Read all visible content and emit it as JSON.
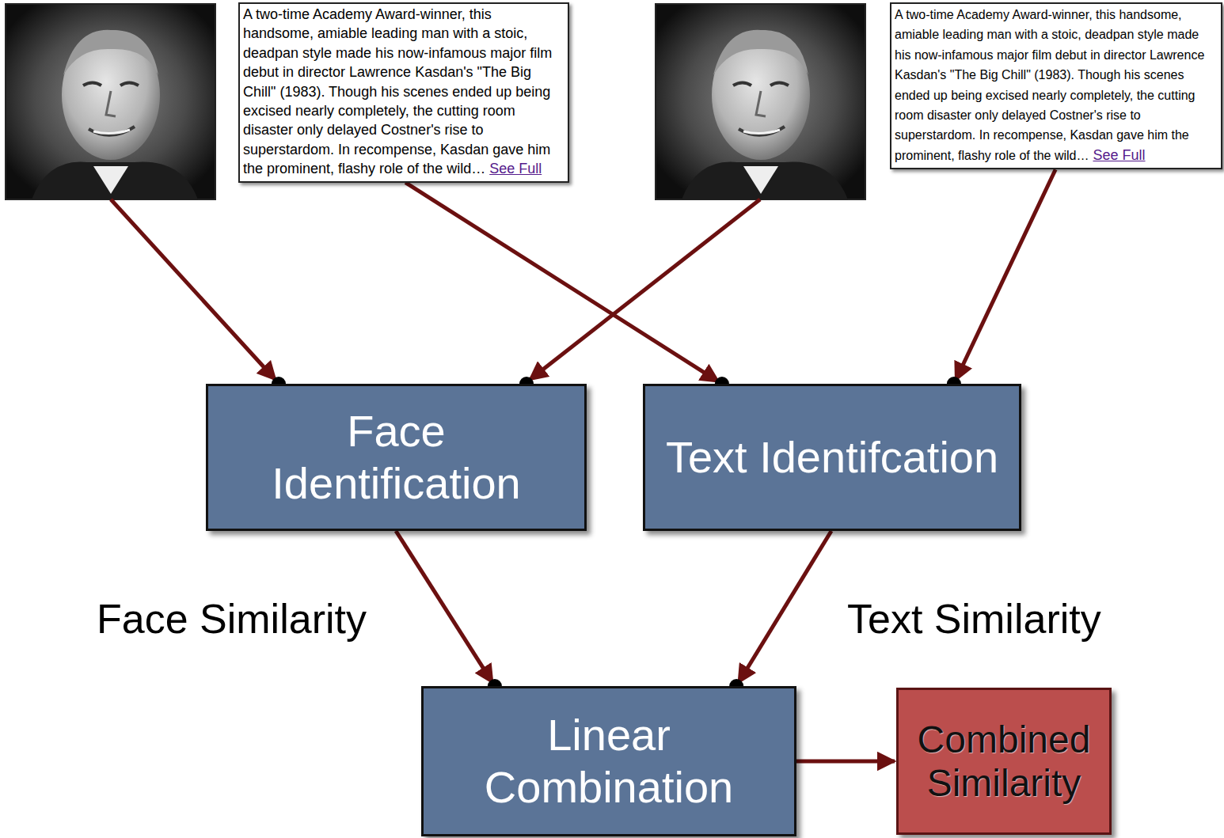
{
  "diagram": {
    "nodes": [
      {
        "text": [
          "A two-time Academy Award-winner, this handsome, amiable leading man with a stoic, deadpan style made his now-infamous major film debut in director Lawrence Kasdan's \"The Big Chill\" (1983). Though his scenes ended up being excised nearly completely, the cutting room disaster only delayed Costner's rise to superstardom. In recompense, Kasdan gave him the prominent, flashy role of the wild…",
          "See Full"
        ]
      },
      {
        "text": [
          "A two-time Academy Award-winner, this handsome, amiable leading man with a stoic, deadpan style made his now-infamous major film debut in director Lawrence Kasdan's \"The Big Chill\" (1983). Though his scenes ended up being excised nearly completely, the cutting room disaster only delayed Costner's rise to superstardom. In recompense, Kasdan gave him the prominent, flashy role of the wild…",
          "See Full"
        ]
      },
      {
        "text": [
          "Face Identification"
        ]
      },
      {
        "text": [
          "Text Identifcation"
        ]
      },
      {
        "text": [
          "Linear Combination"
        ]
      },
      {
        "text": [
          "Combined Similarity"
        ]
      }
    ],
    "edges": [
      {
        "from": 0,
        "to": 3,
        "arrow": "to"
      },
      {
        "from": 1,
        "to": 3,
        "arrow": "to"
      },
      {
        "from": 2,
        "to": 4,
        "label": "Face Similarity",
        "arrow": "to"
      },
      {
        "from": 3,
        "to": 4,
        "label": "Text Similarity",
        "arrow": "to"
      },
      {
        "from": 4,
        "to": 5,
        "arrow": "to"
      }
    ]
  }
}
